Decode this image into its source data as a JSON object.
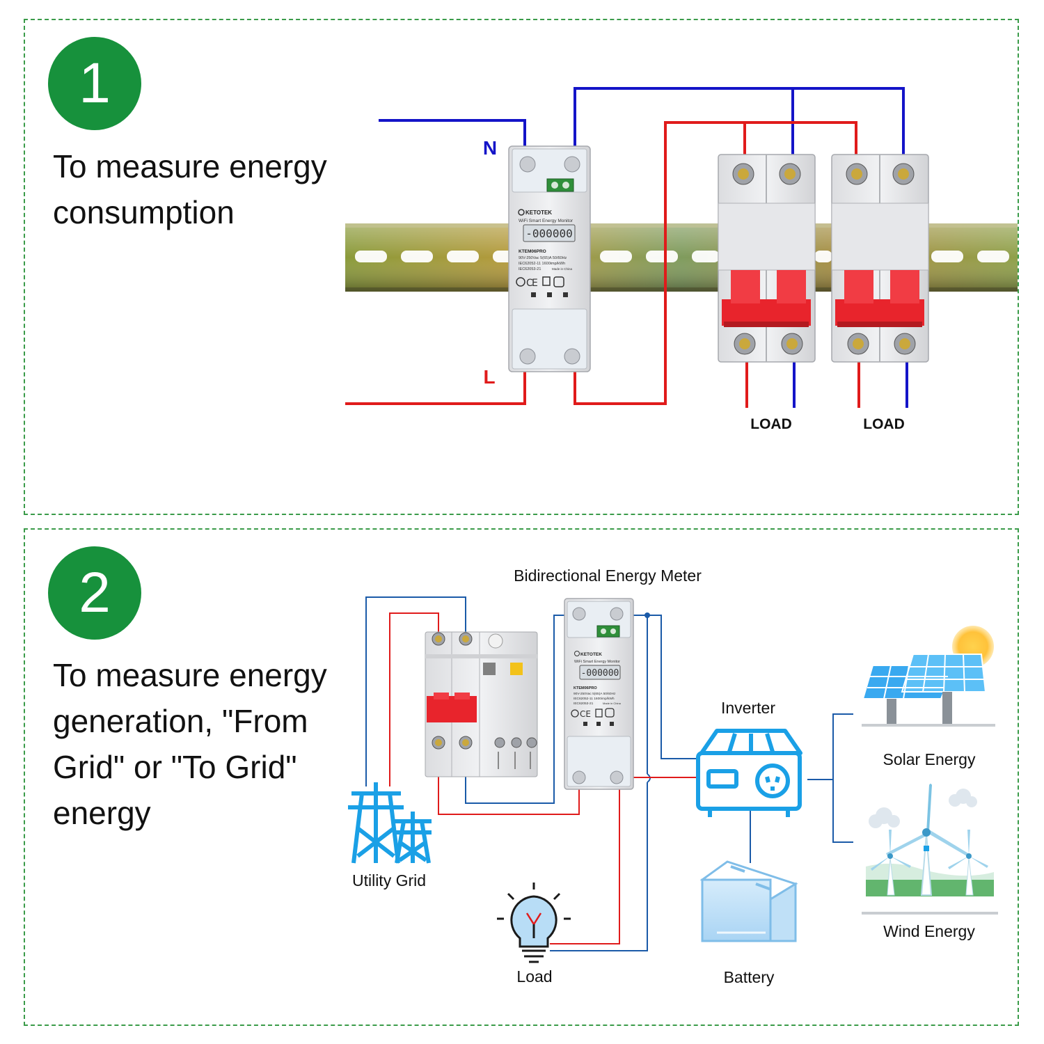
{
  "section1": {
    "step_number": "1",
    "caption_lines": [
      "To measure energy",
      "consumption"
    ],
    "label_n": "N",
    "label_l": "L",
    "load_labels": [
      "LOAD",
      "LOAD"
    ],
    "meter": {
      "brand": "KETOTEK",
      "subtitle": "WiFi Smart Energy Monitor",
      "display": "-000000",
      "model": "KTEM06PRO",
      "spec1": "90V-250Vac  5(65)A  50/60Hz",
      "spec2": "IEC62052-11  1600imp/kWh",
      "spec3": "IEC62053-21",
      "made_in": "Made in China"
    }
  },
  "section2": {
    "step_number": "2",
    "caption_lines": [
      "To measure energy",
      "generation, \"From",
      "Grid\" or \"To Grid\"",
      "energy"
    ],
    "meter_title": "Bidirectional Energy Meter",
    "labels": {
      "utility_grid": "Utility Grid",
      "load": "Load",
      "inverter": "Inverter",
      "battery": "Battery",
      "solar": "Solar Energy",
      "wind": "Wind Energy"
    },
    "meter": {
      "brand": "KETOTEK",
      "subtitle": "WiFi Smart Energy Monitor",
      "display": "-000000",
      "model": "KTEM06PRO",
      "spec1": "90V-250Vac  5(65)A  50/60Hz",
      "spec2": "IEC62052-11  1600imp/kWh",
      "spec3": "IEC62053-21",
      "made_in": "Made in China"
    }
  },
  "colors": {
    "panel_border": "#3a9b49",
    "step_circle": "#17913c",
    "neutral_wire": "#1414c8",
    "live_wire": "#e01b1b",
    "icon_blue": "#1aa0e6",
    "breaker_red": "#e8242c"
  }
}
